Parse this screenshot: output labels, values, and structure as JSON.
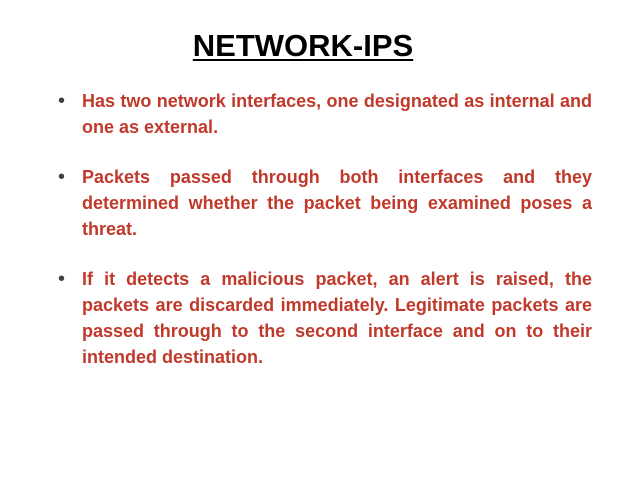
{
  "slide": {
    "title": "NETWORK-IPS",
    "bullet_symbol": "•",
    "bullets": [
      "Has two network interfaces, one designated as internal and one as external.",
      "Packets passed through both interfaces and  they  determined whether the packet being examined poses a threat.",
      "If it  detects a malicious packet, an alert is raised, the packets are discarded immediately. Legitimate packets are passed through to the second interface and on to their intended destination."
    ],
    "colors": {
      "title": "#000000",
      "bullet_text": "#c0392b",
      "bullet_marker": "#404040",
      "background": "#ffffff"
    }
  }
}
